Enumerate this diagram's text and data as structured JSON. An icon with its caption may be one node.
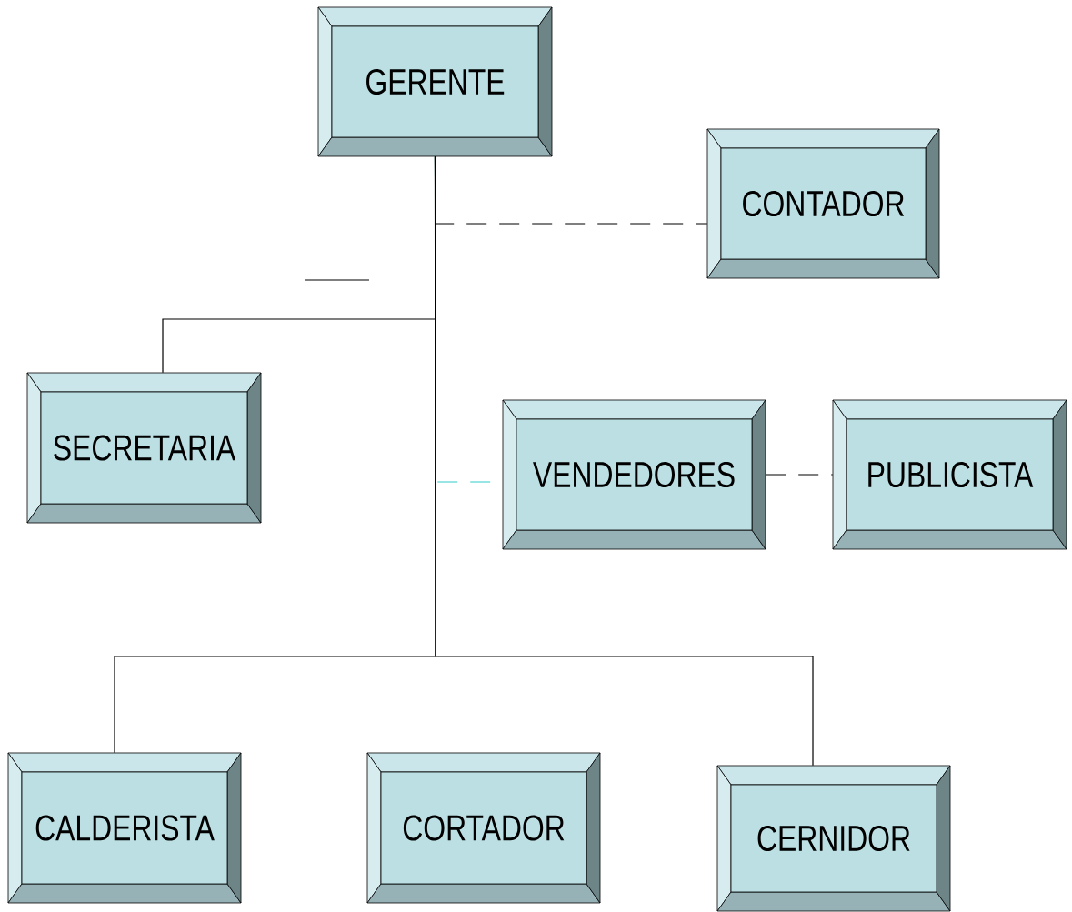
{
  "diagram": {
    "nodes": [
      {
        "text": [
          "GERENTE"
        ]
      },
      {
        "text": [
          "CONTADOR"
        ]
      },
      {
        "text": [
          "SECRETARIA"
        ]
      },
      {
        "text": [
          "VENDEDORES"
        ]
      },
      {
        "text": [
          "PUBLICISTA"
        ]
      },
      {
        "text": [
          "CALDERISTA"
        ]
      },
      {
        "text": [
          "CORTADOR"
        ]
      },
      {
        "text": [
          "CERNIDOR"
        ]
      }
    ],
    "edges": [
      {
        "from": 0,
        "to": 1,
        "arrow": "none",
        "style": "dashed"
      },
      {
        "from": 0,
        "to": 2,
        "arrow": "none"
      },
      {
        "from": 0,
        "to": 3,
        "arrow": "none",
        "style": "dashed",
        "color": "#33cccc"
      },
      {
        "from": 3,
        "to": 4,
        "arrow": "none",
        "style": "dashed"
      },
      {
        "from": 0,
        "to": 5,
        "arrow": "none"
      },
      {
        "from": 0,
        "to": 7,
        "arrow": "none"
      }
    ]
  }
}
